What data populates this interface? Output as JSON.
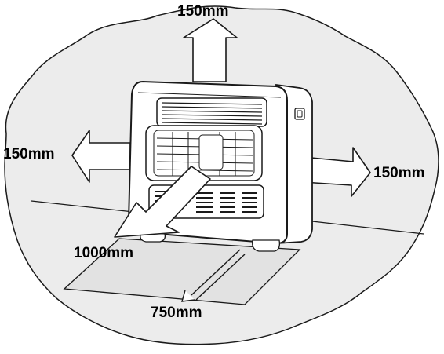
{
  "labels": {
    "top": "150mm",
    "left": "150mm",
    "right": "150mm",
    "front": "1000mm",
    "floor_width": "750mm"
  },
  "colors": {
    "room_fill": "#ececec",
    "mat_fill": "#e4e4e4",
    "outline": "#1a1a1a",
    "heater_body": "#ffffff"
  }
}
